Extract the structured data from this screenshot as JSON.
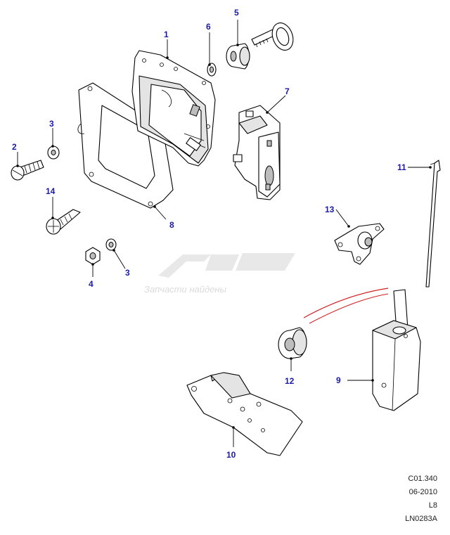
{
  "callouts": [
    "1",
    "2",
    "3",
    "4",
    "5",
    "6",
    "7",
    "8",
    "9",
    "10",
    "11",
    "12",
    "13",
    "14",
    "3"
  ],
  "watermark": {
    "logo": "autoru",
    "tagline": "Запчасти найдены"
  },
  "reference": {
    "code": "C01.340",
    "date": "06-2010",
    "model": "L8",
    "drawing": "LN0283A"
  }
}
